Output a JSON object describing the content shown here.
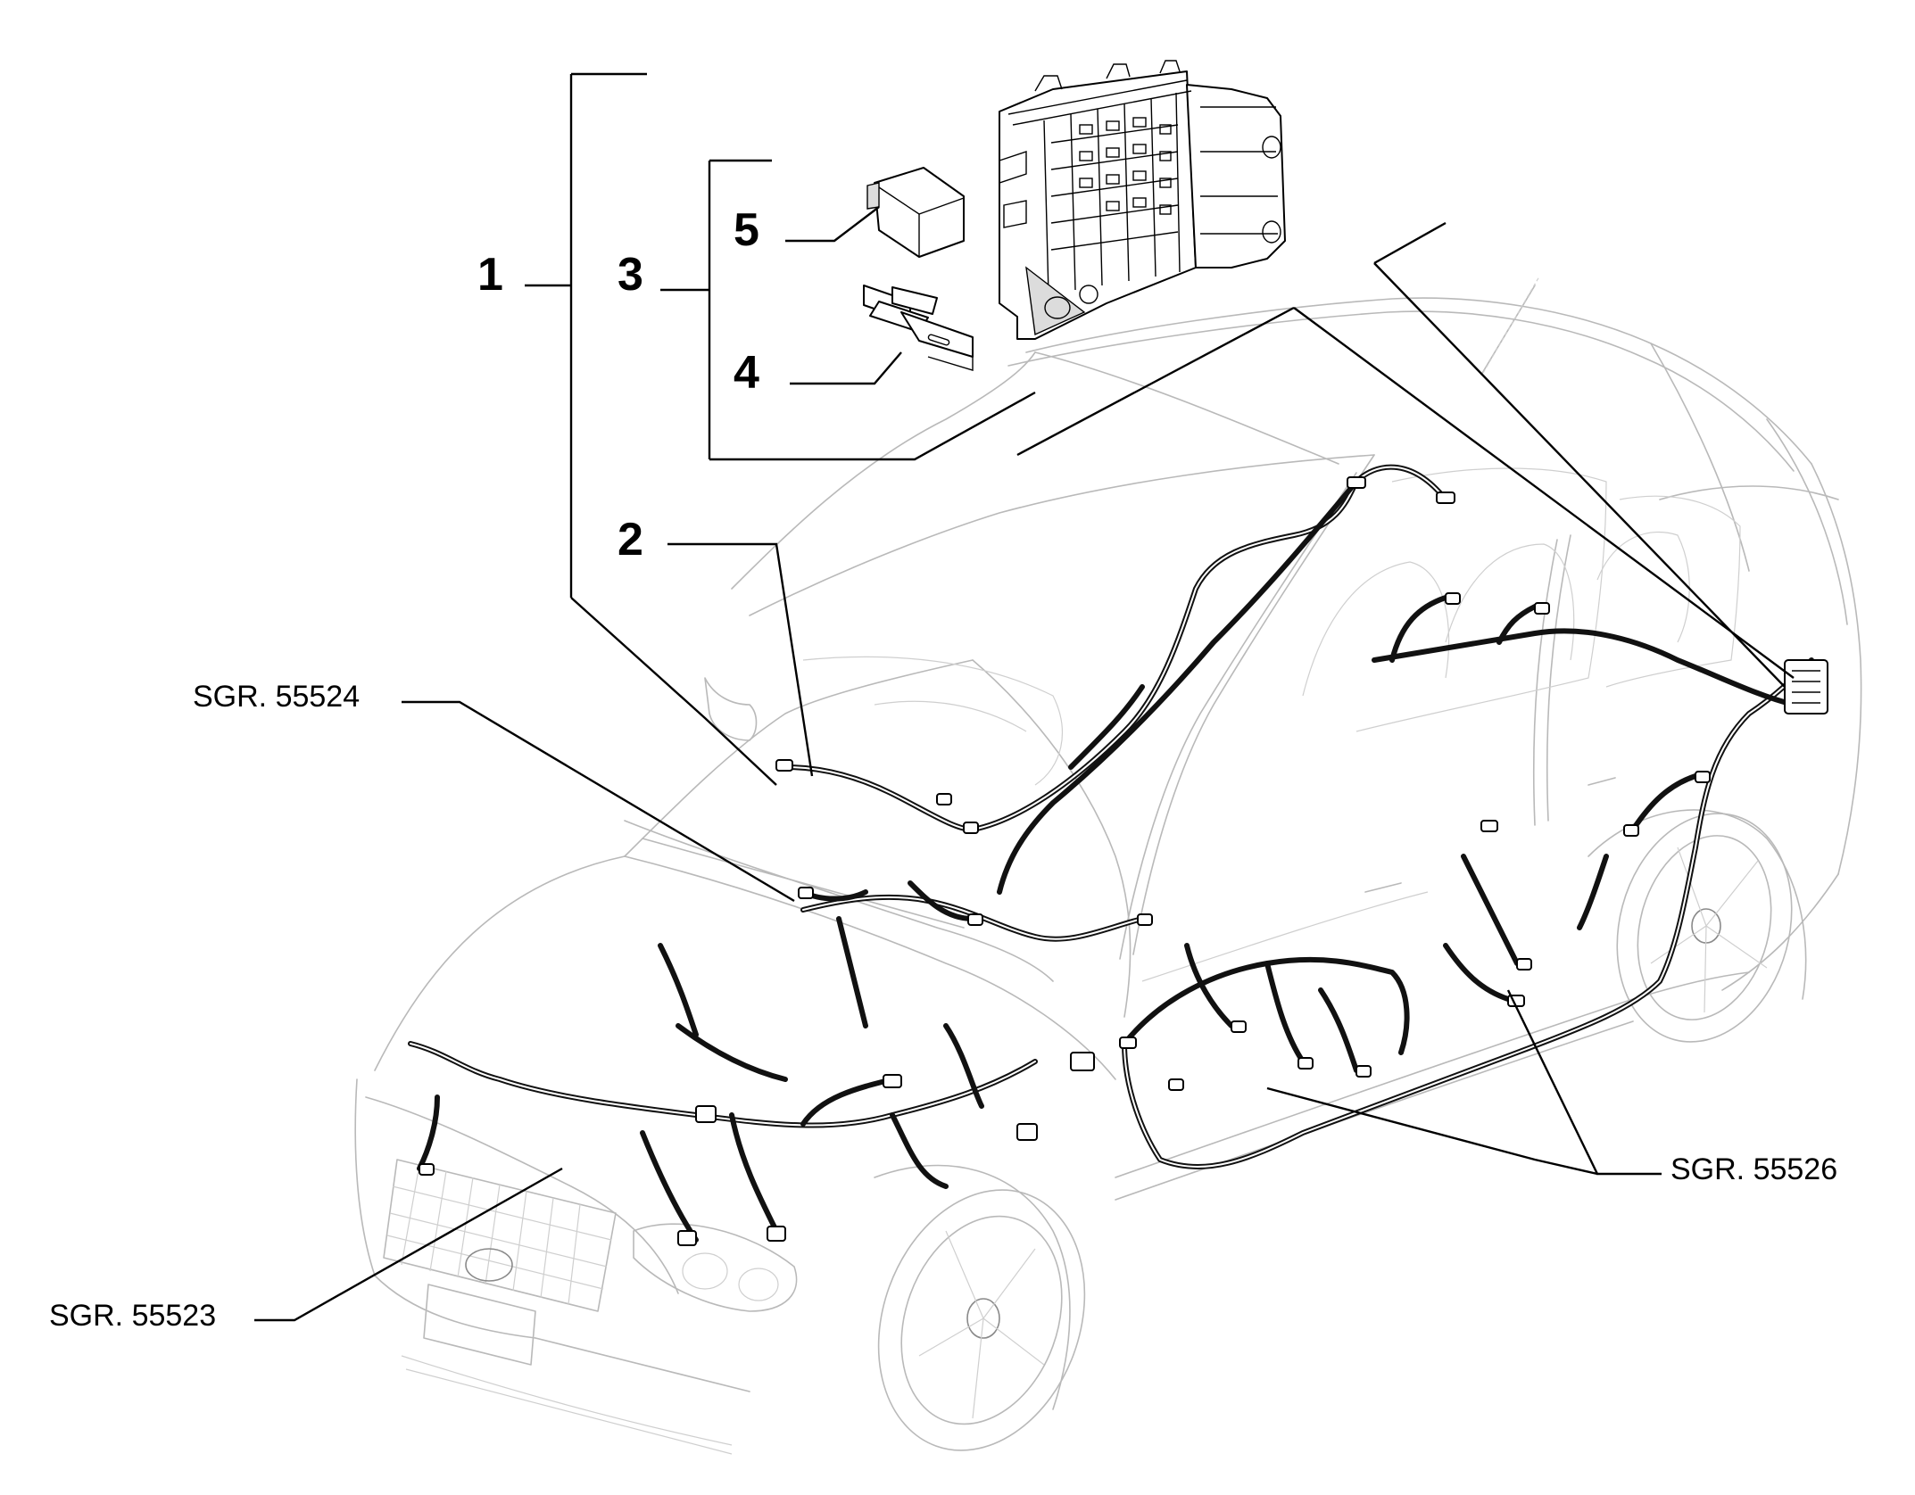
{
  "callouts": {
    "item_1": "1",
    "item_2": "2",
    "item_3": "3",
    "item_4": "4",
    "item_5": "5"
  },
  "references": {
    "front_harness": "SGR. 55523",
    "dashboard_harness": "SGR. 55524",
    "body_harness": "SGR. 55526"
  },
  "icons": {
    "relay": "relay-icon",
    "fuse": "fuse-icon",
    "fuse_box": "fuse-box-icon",
    "vehicle": "car-outline-icon",
    "harness": "wiring-harness-icon"
  }
}
